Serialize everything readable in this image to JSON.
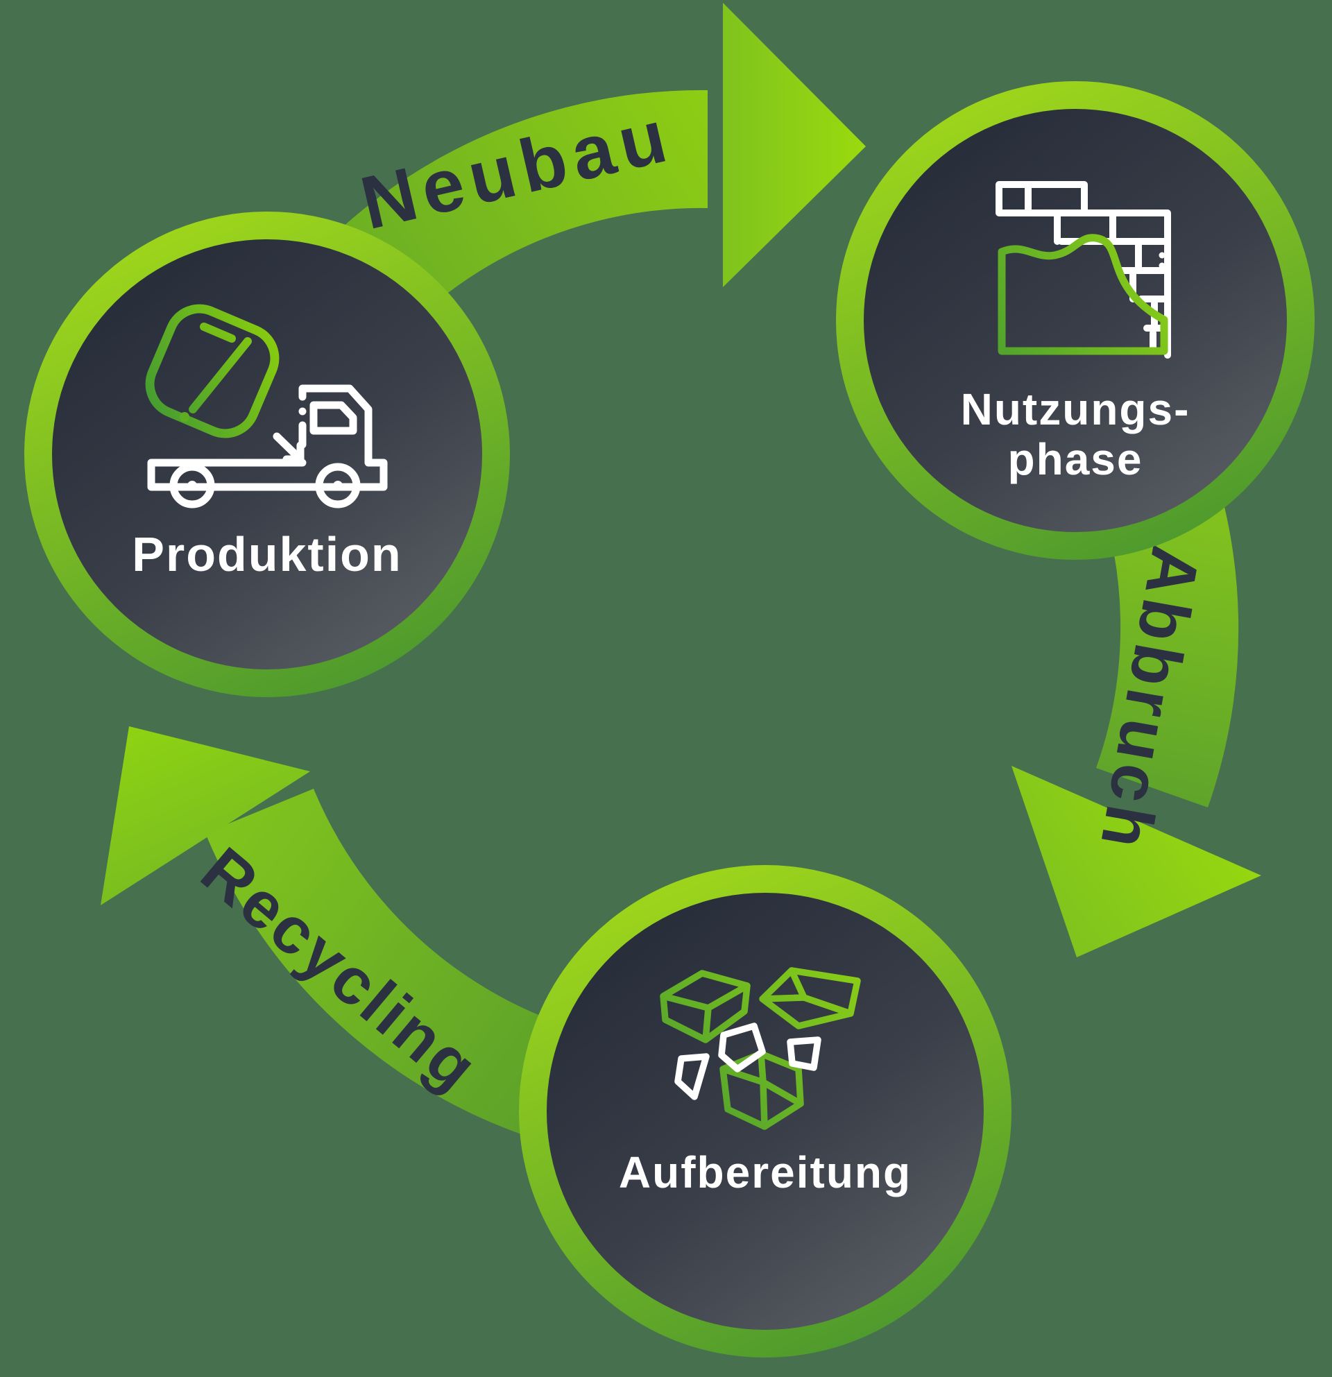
{
  "diagram": {
    "type": "circular-lifecycle",
    "background_color": "#47714e"
  },
  "nodes": {
    "produktion": {
      "label": "Produktion",
      "icon": "concrete-mixer-truck-icon"
    },
    "nutzungsphase": {
      "label_line1": "Nutzungs-",
      "label_line2": "phase",
      "icon": "brick-wall-icon"
    },
    "aufbereitung": {
      "label": "Aufbereitung",
      "icon": "rubble-icon"
    }
  },
  "arrows": {
    "neubau": {
      "label": "Neubau",
      "from": "Produktion",
      "to": "Nutzungsphase"
    },
    "abbruch": {
      "label": "Abbruch",
      "from": "Nutzungsphase",
      "to": "Aufbereitung"
    },
    "recycling": {
      "label": "Recycling",
      "from": "Aufbereitung",
      "to": "Produktion"
    }
  },
  "colors": {
    "background": "#47714e",
    "ring_green_light": "#a0d71b",
    "ring_green_dark": "#4c982e",
    "band_green_light": "#8fce13",
    "band_green_dark": "#5fa42a",
    "arrowhead_green": "#92d411",
    "circle_fill_dark": "#242a37",
    "circle_fill_light": "#5d6166",
    "arrow_text": "#2b3140",
    "node_text": "#ffffff"
  }
}
